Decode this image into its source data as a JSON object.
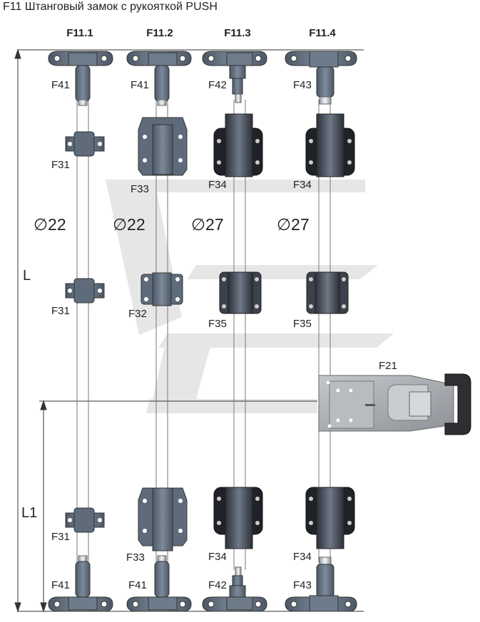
{
  "title": "F11 Штанговый замок с рукояткой PUSH",
  "columns": [
    {
      "header": "F11.1",
      "diameter": "∅22",
      "top_cap": "F41",
      "upper_guide": "F31",
      "middle_guide": "F31",
      "lower_guide": "F31",
      "bottom_cap": "F41"
    },
    {
      "header": "F11.2",
      "diameter": "∅22",
      "top_cap": "F41",
      "upper_guide": "F33",
      "middle_guide": "F32",
      "lower_guide": "F33",
      "bottom_cap": "F41"
    },
    {
      "header": "F11.3",
      "diameter": "∅27",
      "top_cap": "F42",
      "upper_guide": "F34",
      "middle_guide": "F35",
      "lower_guide": "F34",
      "bottom_cap": "F42"
    },
    {
      "header": "F11.4",
      "diameter": "∅27",
      "top_cap": "F43",
      "upper_guide": "F34",
      "middle_guide": "F35",
      "lower_guide": "F34",
      "bottom_cap": "F43"
    }
  ],
  "handle_label": "F21",
  "dimensions": {
    "total": "L",
    "lower": "L1"
  },
  "colors": {
    "part_fill": "#5d6b7b",
    "part_dark": "#3a3f48",
    "rod": "#d0d4da",
    "handle_plate": "#a3a7ad",
    "handle_grip": "#2f2f33",
    "watermark": "#e8e8e8"
  }
}
